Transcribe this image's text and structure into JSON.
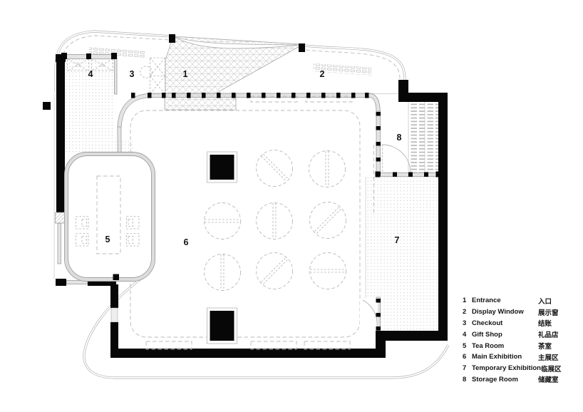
{
  "plan": {
    "type": "architectural-floor-plan",
    "languages": "English / Chinese"
  },
  "rooms": [
    {
      "number": "1",
      "en": "Entrance",
      "zh": "入口"
    },
    {
      "number": "2",
      "en": "Display Window",
      "zh": "展示窗"
    },
    {
      "number": "3",
      "en": "Checkout",
      "zh": "结账"
    },
    {
      "number": "4",
      "en": "Gift Shop",
      "zh": "礼品店"
    },
    {
      "number": "5",
      "en": "Tea Room",
      "zh": "茶室"
    },
    {
      "number": "6",
      "en": "Main Exhibition",
      "zh": "主展区"
    },
    {
      "number": "7",
      "en": "Temporary Exhibition",
      "zh": "临展区"
    },
    {
      "number": "8",
      "en": "Storage Room",
      "zh": "储藏室"
    }
  ],
  "colors": {
    "wall_black": "#070707",
    "wall_gray_fill": "#e4e4e4",
    "wall_gray_edge": "#909090",
    "dashed_line": "#b9b9b9",
    "background": "#ffffff"
  }
}
